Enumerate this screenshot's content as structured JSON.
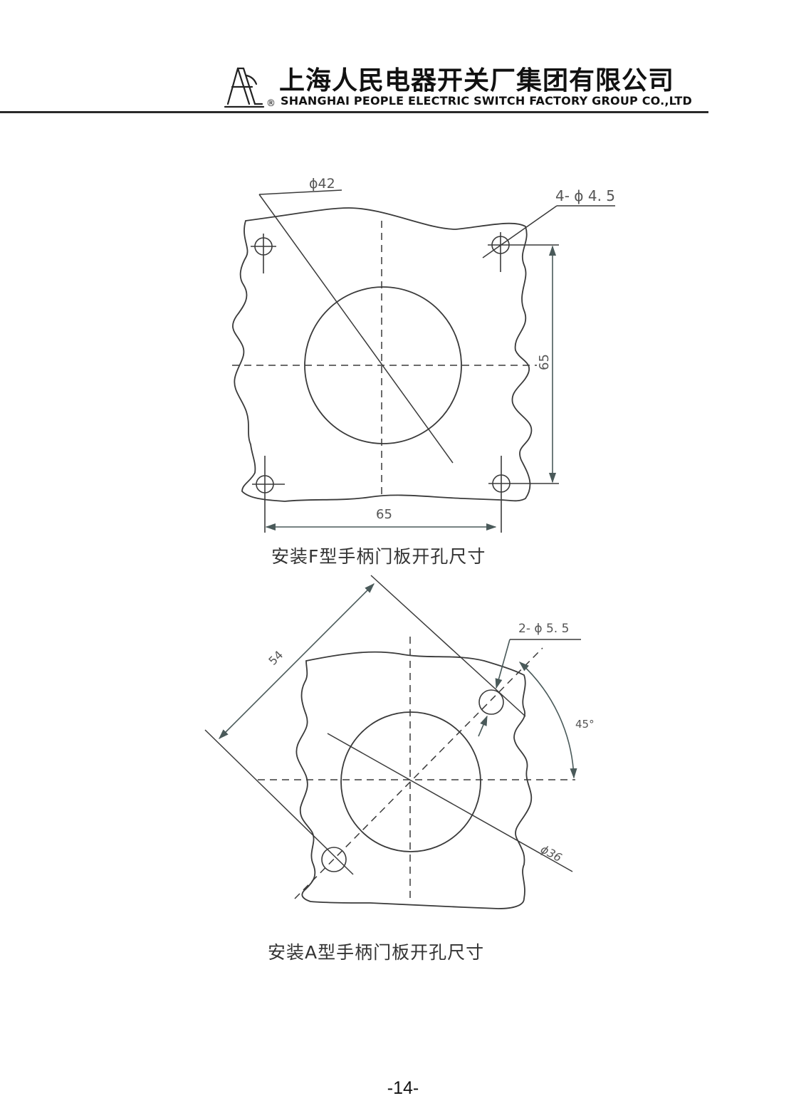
{
  "header": {
    "company_cn": "上海人民电器开关厂集团有限公司",
    "company_en": "SHANGHAI PEOPLE ELECTRIC SWITCH FACTORY GROUP CO.,LTD",
    "registered_mark": "®",
    "logo_icon": "company-logo-icon"
  },
  "figure_f": {
    "caption": "安装F型手柄门板开孔尺寸",
    "label_center_diameter": "ϕ42",
    "label_holes": "4- ϕ 4. 5",
    "label_horizontal_spacing": "65",
    "label_vertical_spacing": "65"
  },
  "figure_a": {
    "caption": "安装A型手柄门板开孔尺寸",
    "label_holes": "2- ϕ 5. 5",
    "label_diagonal_spacing": "54",
    "label_angle": "45°",
    "label_center_diameter": "ϕ36"
  },
  "footer": {
    "page_number": "-14-"
  },
  "colors": {
    "line": "#3a3a3a",
    "dimension_arrow": "#4a5a5a",
    "text": "#1a1a1a"
  }
}
